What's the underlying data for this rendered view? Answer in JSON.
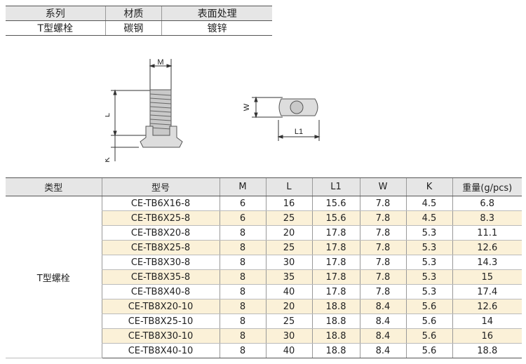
{
  "spec_table": {
    "headers": [
      "系列",
      "材质",
      "表面处理"
    ],
    "values": [
      "T型螺栓",
      "碳钢",
      "镀锌"
    ]
  },
  "drawing": {
    "side_labels": {
      "m": "M",
      "l": "L",
      "k": "K"
    },
    "top_labels": {
      "w": "W",
      "l1": "L1"
    }
  },
  "main_table": {
    "headers": [
      "类型",
      "型号",
      "M",
      "L",
      "L1",
      "W",
      "K",
      "重量(g/pcs)"
    ],
    "category": "T型螺栓",
    "rows": [
      [
        "CE-TB6X16-8",
        "6",
        "16",
        "15.6",
        "7.8",
        "4.5",
        "6.8"
      ],
      [
        "CE-TB6X25-8",
        "6",
        "25",
        "15.6",
        "7.8",
        "4.5",
        "8.3"
      ],
      [
        "CE-TB8X20-8",
        "8",
        "20",
        "17.8",
        "7.8",
        "5.3",
        "11.1"
      ],
      [
        "CE-TB8X25-8",
        "8",
        "25",
        "17.8",
        "7.8",
        "5.3",
        "12.6"
      ],
      [
        "CE-TB8X30-8",
        "8",
        "30",
        "17.8",
        "7.8",
        "5.3",
        "14.3"
      ],
      [
        "CE-TB8X35-8",
        "8",
        "35",
        "17.8",
        "7.8",
        "5.3",
        "15"
      ],
      [
        "CE-TB8X40-8",
        "8",
        "40",
        "17.8",
        "7.8",
        "5.3",
        "17.4"
      ],
      [
        "CE-TB8X20-10",
        "8",
        "20",
        "18.8",
        "8.4",
        "5.6",
        "12.6"
      ],
      [
        "CE-TB8X25-10",
        "8",
        "25",
        "18.8",
        "8.4",
        "5.6",
        "14"
      ],
      [
        "CE-TB8X30-10",
        "8",
        "30",
        "18.8",
        "8.4",
        "5.6",
        "16"
      ],
      [
        "CE-TB8X40-10",
        "8",
        "40",
        "18.8",
        "8.4",
        "5.6",
        "18.8"
      ]
    ]
  },
  "colors": {
    "header_bg": "#e6e6e6",
    "alt_row_bg": "#fbf1d8"
  }
}
